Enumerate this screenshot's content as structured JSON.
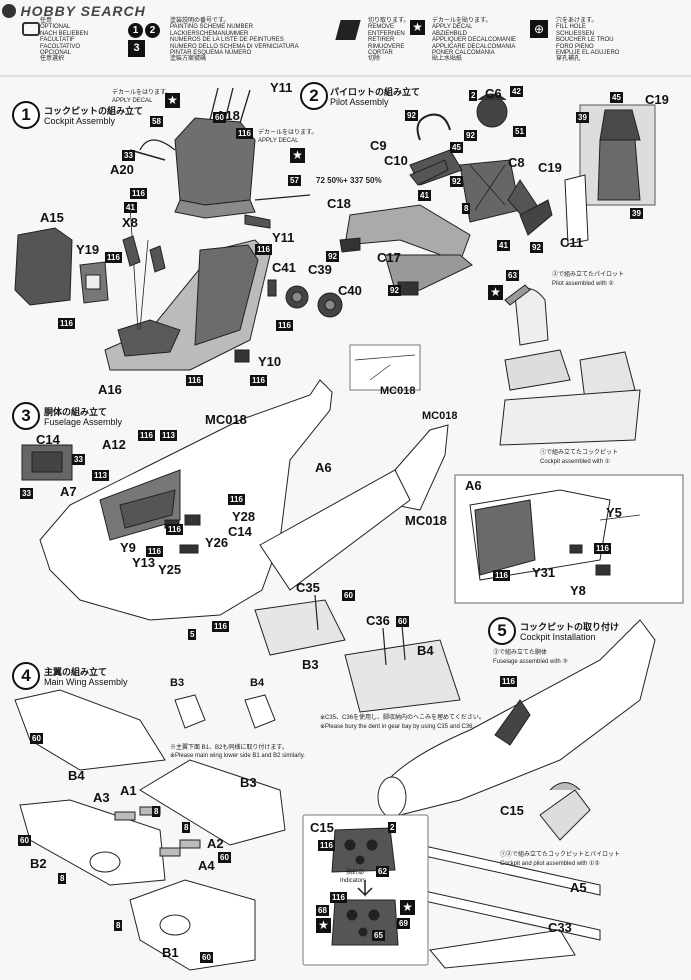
{
  "header": {
    "brand": "HOBBY SEARCH",
    "legend1": [
      "任意",
      "OPTIONAL",
      "NACH BELIEBEN",
      "FACULTATIF",
      "FACOLTATIVO",
      "OPCIONAL",
      "任意選択"
    ],
    "legend2": [
      "塗装説明の番号です。",
      "PAINTING SCHEME NUMBER",
      "LACKIERSCHEMANUMMER",
      "NUMEROS DE LA LISTE DE PEINTURES",
      "NUMERO DELLO SCHEMA DI VERNICIATURA",
      "PINTAR ESQUEMA NÚMERO",
      "塗裝方案號碼"
    ],
    "legend3": [
      "切り取ります。",
      "REMOVE",
      "ENTFERNEN",
      "RETIRER",
      "RIMUOVERE",
      "CORTAR",
      "切除"
    ],
    "legend4": [
      "デカールを貼ります。",
      "APPLY DECAL",
      "ABZIEHBILD",
      "APPLIQUER DECALCOMANIE",
      "APPLICARE DECALCOMANIA",
      "PONER CALCOMANIA",
      "貼上水貼紙"
    ],
    "legend5": [
      "穴をあけます。",
      "FILL HOLE",
      "SCHLIESSEN",
      "BOUCHER LE TROU",
      "FORO PIENO",
      "EMPUJE EL AGUJERO",
      "穿孔補孔"
    ]
  },
  "steps": {
    "s1": {
      "num": "1",
      "jp": "コックピットの組み立て",
      "en": "Cockpit Assembly"
    },
    "s2": {
      "num": "2",
      "jp": "パイロットの組み立て",
      "en": "Pilot Assembly"
    },
    "s3": {
      "num": "3",
      "jp": "胴体の組み立て",
      "en": "Fuselage Assembly"
    },
    "s4": {
      "num": "4",
      "jp": "主翼の組み立て",
      "en": "Main Wing Assembly"
    },
    "s5": {
      "num": "5",
      "jp": "コックピットの取り付け",
      "en": "Cockpit Installation"
    }
  },
  "parts": {
    "A18": "A18",
    "A20": "A20",
    "X8": "X8",
    "A15": "A15",
    "Y19": "Y19",
    "A16": "A16",
    "Y11a": "Y11",
    "Y11b": "Y11",
    "C41": "C41",
    "C39": "C39",
    "C40": "C40",
    "Y10": "Y10",
    "C6": "C6",
    "C9": "C9",
    "C10": "C10",
    "C8": "C8",
    "C19a": "C19",
    "C19b": "C19",
    "C18": "C18",
    "C17": "C17",
    "C11": "C11",
    "MC018a": "MC018",
    "MC018b": "MC018",
    "MC018c": "MC018",
    "MC018d": "MC018",
    "C14a": "C14",
    "C14b": "C14",
    "A12": "A12",
    "A7": "A7",
    "A6a": "A6",
    "A6b": "A6",
    "Y28": "Y28",
    "Y26": "Y26",
    "Y9": "Y9",
    "Y13": "Y13",
    "Y25": "Y25",
    "Y5": "Y5",
    "Y31": "Y31",
    "Y8": "Y8",
    "C35": "C35",
    "C36": "C36",
    "B3a": "B3",
    "B4a": "B4",
    "B3b": "B3",
    "B4b": "B4",
    "B4c": "B4",
    "B3c": "B3",
    "A3": "A3",
    "A1": "A1",
    "B2": "B2",
    "A2": "A2",
    "A4": "A4",
    "B1": "B1",
    "C15a": "C15",
    "C15b": "C15",
    "A5": "A5",
    "C33": "C33"
  },
  "badges": {
    "n116": "116",
    "n113": "113",
    "n33": "33",
    "n41": "41",
    "n92": "92",
    "n45": "45",
    "n51": "51",
    "n42": "42",
    "n2": "2",
    "n8": "8",
    "n39": "39",
    "n57": "57",
    "n58": "58",
    "n60": "60",
    "n63": "63",
    "n5": "5",
    "n65": "65",
    "n68": "68",
    "n69": "69",
    "n62": "62"
  },
  "notes": {
    "decal1_jp": "デカールをはります。",
    "decal1_en": "APPLY DECAL",
    "decal2_jp": "デカールをはります。",
    "decal2_en": "APPLY DECAL",
    "mix": "72 50%+ 337 50%",
    "pilot_assembled_jp": "②で組み立てたパイロット",
    "pilot_assembled_en": "Pilot assembled with ②",
    "cockpit_assembled_jp": "①で組み立てたコックピット",
    "cockpit_assembled_en": "Cockpit assembled with ①",
    "fuselage_assembled_jp": "③で組み立てた胴体",
    "fuselage_assembled_en": "Fuselage assembled with ③",
    "cockpit_pilot_jp": "①②で組み立てたコックピットとパイロット",
    "cockpit_pilot_en": "Cockpit and pilot assembled with ①②",
    "gear_jp": "※C35、C36を使用し、脚収納内のヘこみを埋めてください。",
    "gear_en": "※Please bury the dent in gear bay by using C35 and C36.",
    "wing_jp": "※主翼下面 B1、B2も同様に取り付けます。",
    "wing_en": "※Please main wing lower side B1 and B2 similarly.",
    "indicators_jp": "指針部",
    "indicators_en": "Indicators"
  }
}
